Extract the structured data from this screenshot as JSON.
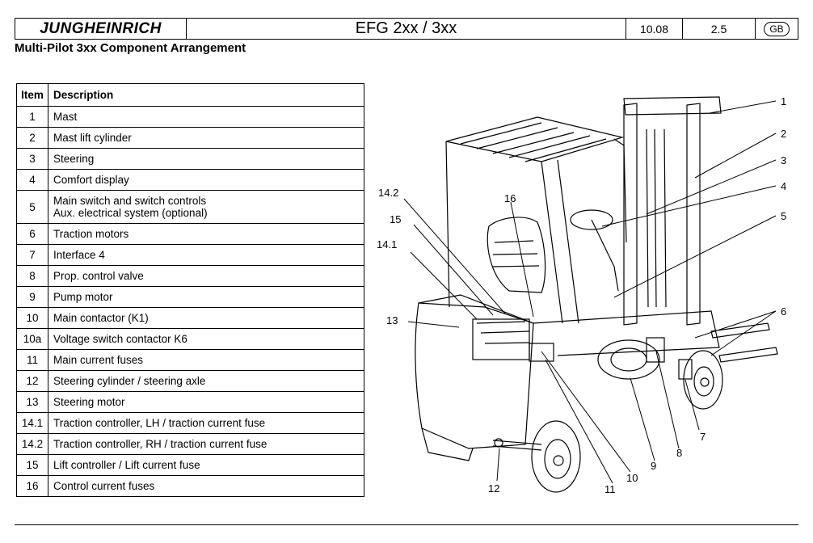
{
  "header": {
    "brand": "JUNGHEINRICH",
    "model": "EFG 2xx / 3xx",
    "date": "10.08",
    "page": "2.5",
    "lang": "GB"
  },
  "page_title": "Multi-Pilot 3xx Component Arrangement",
  "table": {
    "col_item": "Item",
    "col_desc": "Description",
    "rows": [
      {
        "item": "1",
        "desc": "Mast"
      },
      {
        "item": "2",
        "desc": "Mast lift cylinder"
      },
      {
        "item": "3",
        "desc": "Steering"
      },
      {
        "item": "4",
        "desc": "Comfort display"
      },
      {
        "item": "5",
        "desc": "Main switch and switch controls",
        "desc2": "Aux. electrical system (optional)"
      },
      {
        "item": "6",
        "desc": "Traction motors"
      },
      {
        "item": "7",
        "desc": "Interface 4"
      },
      {
        "item": "8",
        "desc": "Prop. control valve"
      },
      {
        "item": "9",
        "desc": "Pump motor"
      },
      {
        "item": "10",
        "desc": "Main contactor (K1)"
      },
      {
        "item": "10a",
        "desc": "Voltage switch contactor K6"
      },
      {
        "item": "11",
        "desc": "Main current fuses"
      },
      {
        "item": "12",
        "desc": "Steering cylinder / steering axle"
      },
      {
        "item": "13",
        "desc": "Steering motor"
      },
      {
        "item": "14.1",
        "desc": "Traction controller, LH / traction current fuse"
      },
      {
        "item": "14.2",
        "desc": "Traction controller, RH / traction current fuse"
      },
      {
        "item": "15",
        "desc": "Lift controller / Lift current fuse"
      },
      {
        "item": "16",
        "desc": "Control current fuses"
      }
    ]
  },
  "diagram": {
    "callouts": {
      "c1": "1",
      "c2": "2",
      "c3": "3",
      "c4": "4",
      "c5": "5",
      "c6": "6",
      "c7": "7",
      "c8": "8",
      "c9": "9",
      "c10": "10",
      "c11": "11",
      "c12": "12",
      "c13": "13",
      "c14_1": "14.1",
      "c14_2": "14.2",
      "c15": "15",
      "c16": "16"
    }
  }
}
